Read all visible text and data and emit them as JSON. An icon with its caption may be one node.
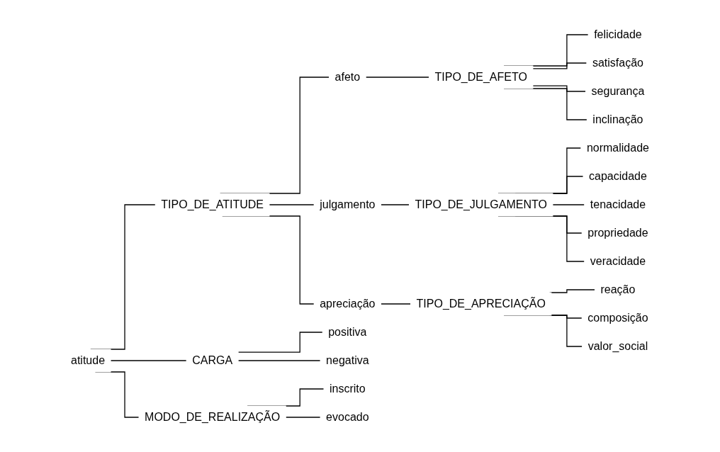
{
  "diagram": {
    "nodes": [
      {
        "text": [
          "atitude"
        ]
      },
      {
        "text": [
          "TIPO_DE_ATITUDE"
        ]
      },
      {
        "text": [
          "afeto"
        ]
      },
      {
        "text": [
          "TIPO_DE_AFETO"
        ]
      },
      {
        "text": [
          "felicidade"
        ]
      },
      {
        "text": [
          "satisfação"
        ]
      },
      {
        "text": [
          "segurança"
        ]
      },
      {
        "text": [
          "inclinação"
        ]
      },
      {
        "text": [
          "julgamento"
        ]
      },
      {
        "text": [
          "TIPO_DE_JULGAMENTO"
        ]
      },
      {
        "text": [
          "normalidade"
        ]
      },
      {
        "text": [
          "capacidade"
        ]
      },
      {
        "text": [
          "tenacidade"
        ]
      },
      {
        "text": [
          "propriedade"
        ]
      },
      {
        "text": [
          "veracidade"
        ]
      },
      {
        "text": [
          "apreciação"
        ]
      },
      {
        "text": [
          "TIPO_DE_APRECIAÇÃO"
        ]
      },
      {
        "text": [
          "reação"
        ]
      },
      {
        "text": [
          "composição"
        ]
      },
      {
        "text": [
          "valor_social"
        ]
      },
      {
        "text": [
          "CARGA"
        ]
      },
      {
        "text": [
          "positiva"
        ]
      },
      {
        "text": [
          "negativa"
        ]
      },
      {
        "text": [
          "MODO_DE_REALIZAÇÃO"
        ]
      },
      {
        "text": [
          "inscrito"
        ]
      },
      {
        "text": [
          "evocado"
        ]
      }
    ],
    "edges": [
      {
        "from": 0,
        "to": 1,
        "arrow": "none"
      },
      {
        "from": 0,
        "to": 20,
        "arrow": "none"
      },
      {
        "from": 0,
        "to": 23,
        "arrow": "none"
      },
      {
        "from": 1,
        "to": 2,
        "arrow": "none"
      },
      {
        "from": 1,
        "to": 8,
        "arrow": "none"
      },
      {
        "from": 1,
        "to": 15,
        "arrow": "none"
      },
      {
        "from": 2,
        "to": 3,
        "arrow": "none"
      },
      {
        "from": 3,
        "to": 4,
        "arrow": "none"
      },
      {
        "from": 3,
        "to": 5,
        "arrow": "none"
      },
      {
        "from": 3,
        "to": 6,
        "arrow": "none"
      },
      {
        "from": 3,
        "to": 7,
        "arrow": "none"
      },
      {
        "from": 8,
        "to": 9,
        "arrow": "none"
      },
      {
        "from": 9,
        "to": 10,
        "arrow": "none"
      },
      {
        "from": 9,
        "to": 11,
        "arrow": "none"
      },
      {
        "from": 9,
        "to": 12,
        "arrow": "none"
      },
      {
        "from": 9,
        "to": 13,
        "arrow": "none"
      },
      {
        "from": 9,
        "to": 14,
        "arrow": "none"
      },
      {
        "from": 15,
        "to": 16,
        "arrow": "none"
      },
      {
        "from": 16,
        "to": 17,
        "arrow": "none"
      },
      {
        "from": 16,
        "to": 18,
        "arrow": "none"
      },
      {
        "from": 16,
        "to": 19,
        "arrow": "none"
      },
      {
        "from": 20,
        "to": 21,
        "arrow": "none"
      },
      {
        "from": 20,
        "to": 22,
        "arrow": "none"
      },
      {
        "from": 23,
        "to": 24,
        "arrow": "none"
      },
      {
        "from": 23,
        "to": 25,
        "arrow": "none"
      }
    ]
  }
}
